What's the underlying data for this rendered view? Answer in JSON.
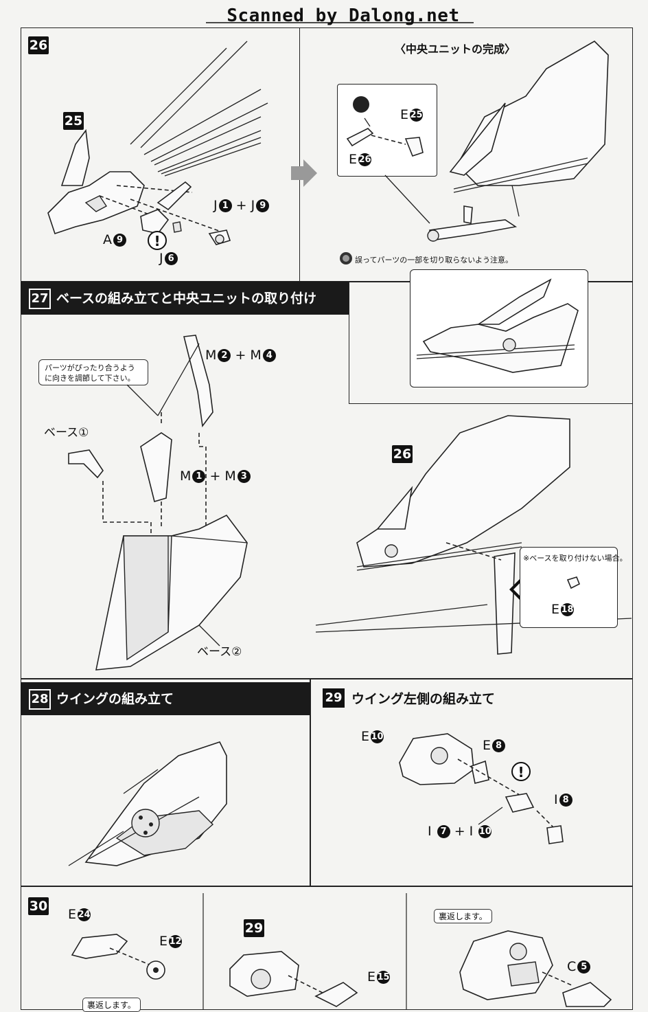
{
  "header": {
    "text": "Scanned by Dalong.net"
  },
  "step26": {
    "number": "26",
    "ref_step": "25",
    "labels": {
      "a9": {
        "letter": "A",
        "num": "9"
      },
      "j6": {
        "letter": "J",
        "num": "6"
      },
      "j1": {
        "letter": "J",
        "num": "1"
      },
      "j9": {
        "letter": "J",
        "num": "9"
      },
      "plus": "+"
    }
  },
  "completion": {
    "title": "〈中央ユニットの完成〉",
    "e25": {
      "letter": "E",
      "num": "25"
    },
    "e26": {
      "letter": "E",
      "num": "26"
    },
    "caution": "誤ってパーツの一部を切り取らないよう注意。"
  },
  "step27": {
    "number": "27",
    "title": "ベースの組み立てと中央ユニットの取り付け",
    "note": "パーツがぴったり合うように向きを調節して下さい。",
    "base1": "ベース①",
    "base2": "ベース②",
    "m2m4": {
      "a": {
        "letter": "M",
        "num": "2"
      },
      "b": {
        "letter": "M",
        "num": "4"
      }
    },
    "m1m3": {
      "a": {
        "letter": "M",
        "num": "1"
      },
      "b": {
        "letter": "M",
        "num": "3"
      }
    },
    "ref_step": "26",
    "no_base_note": "※ベースを取り付けない場合。",
    "e18": {
      "letter": "E",
      "num": "18"
    }
  },
  "step28": {
    "number": "28",
    "title": "ウイングの組み立て"
  },
  "step29": {
    "number": "29",
    "title": "ウイング左側の組み立て",
    "e10": {
      "letter": "E",
      "num": "10"
    },
    "e8": {
      "letter": "E",
      "num": "8"
    },
    "i8": {
      "letter": "I",
      "num": "8"
    },
    "i7": {
      "letter": "I",
      "num": "7"
    },
    "i10": {
      "letter": "I",
      "num": "10"
    }
  },
  "step30": {
    "number": "30",
    "e24": {
      "letter": "E",
      "num": "24"
    },
    "e12": {
      "letter": "E",
      "num": "12"
    },
    "ref_step": "29",
    "e15": {
      "letter": "E",
      "num": "15"
    },
    "flip_label": "裏返します。",
    "flip_label_2": "裏返します。",
    "c5": {
      "letter": "C",
      "num": "5"
    }
  }
}
